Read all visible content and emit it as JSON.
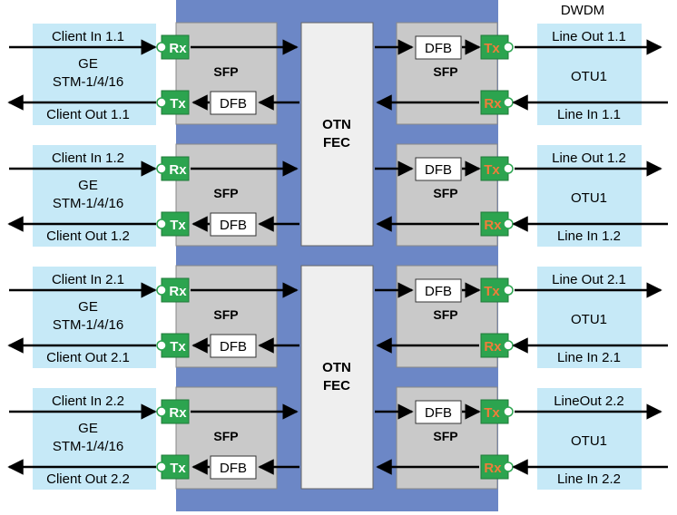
{
  "header": {
    "dwdm_label": "DWDM"
  },
  "colors": {
    "board": "#6c87c6",
    "client_panel": "#c6e9f7",
    "sfp_box": "#c9c9c9",
    "port": "#2ca44f",
    "port_tx_text_line": "#f07d3a",
    "arrow": "#000000"
  },
  "common": {
    "rx": "Rx",
    "tx": "Tx",
    "dfb": "DFB",
    "sfp": "SFP",
    "ge": "GE",
    "stm": "STM-1/4/16",
    "otu": "OTU1",
    "otn": "OTN",
    "fec": "FEC"
  },
  "channels": [
    {
      "client_in": "Client In 1.1",
      "client_out": "Client Out 1.1",
      "line_out": "Line Out 1.1",
      "line_in": "Line In 1.1"
    },
    {
      "client_in": "Client In 1.2",
      "client_out": "Client Out 1.2",
      "line_out": "Line Out 1.2",
      "line_in": "Line In 1.2"
    },
    {
      "client_in": "Client In 2.1",
      "client_out": "Client Out 2.1",
      "line_out": "Line Out 2.1",
      "line_in": "Line In 2.1"
    },
    {
      "client_in": "Client In 2.2",
      "client_out": "Client Out 2.2",
      "line_out": "LineOut 2.2",
      "line_in": "Line In 2.2"
    }
  ]
}
